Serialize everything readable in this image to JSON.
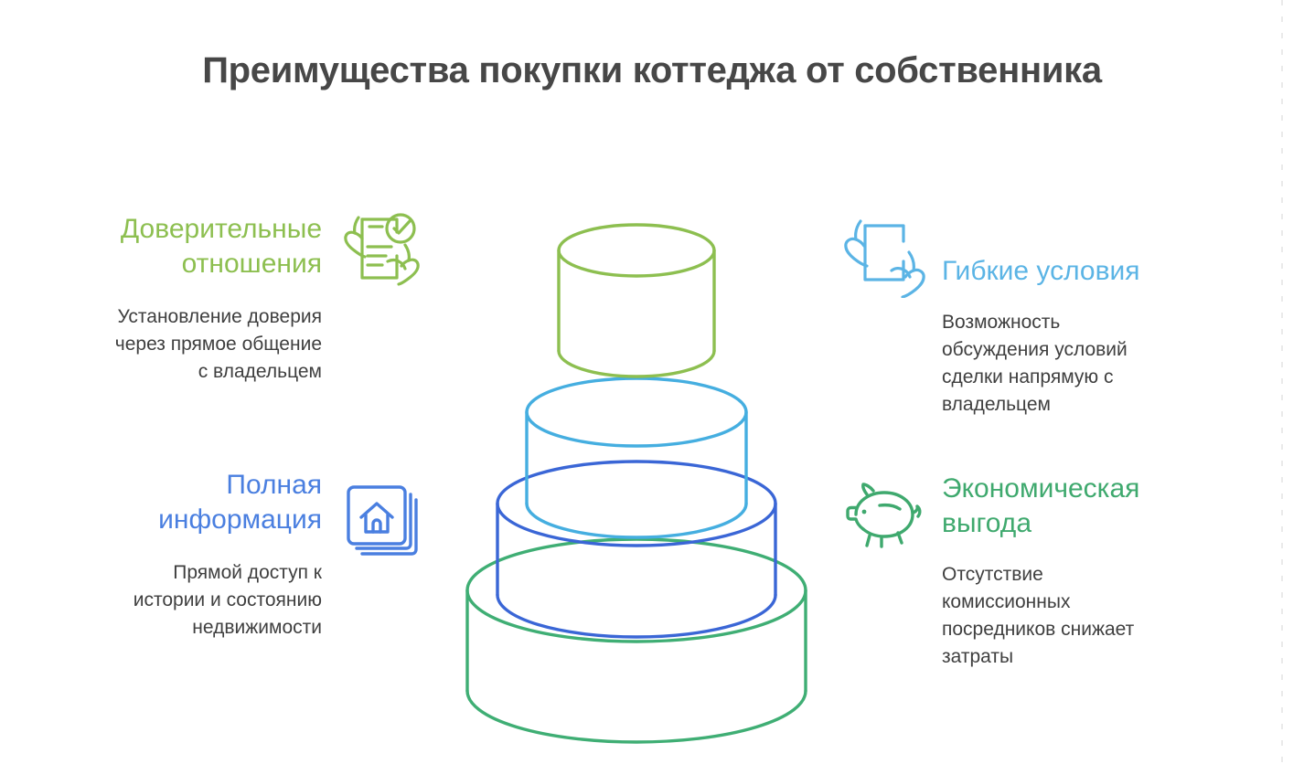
{
  "title": "Преимущества покупки коттеджа от собственника",
  "colors": {
    "title": "#474747",
    "body_text": "#3f3f3f",
    "olive_green": "#8DBF50",
    "royal_blue": "#4A7FE0",
    "light_blue": "#5BB4E5",
    "green": "#3FA96E",
    "cake_tier_top": "#8DBF50",
    "cake_tier_second": "#45AEE0",
    "cake_tier_third": "#3A66D6",
    "cake_tier_bottom": "#3FAE74",
    "guide_line": "#e6e6e6"
  },
  "features": [
    {
      "id": "trust",
      "side": "left",
      "heading": "Доверительные\nотношения",
      "description": "Установление доверия\nчерез прямое общение\nс владельцем",
      "color": "#8DBF50",
      "icon": "hands-document-check-icon"
    },
    {
      "id": "info",
      "side": "left",
      "heading": "Полная\nинформация",
      "description": "Прямой доступ к\nистории и состоянию\nнедвижимости",
      "color": "#4A7FE0",
      "icon": "house-documents-icon"
    },
    {
      "id": "flexible",
      "side": "right",
      "heading": "Гибкие условия",
      "description": "Возможность\nобсуждения условий\nсделки напрямую с\nвладельцем",
      "color": "#5BB4E5",
      "icon": "hands-holding-card-icon"
    },
    {
      "id": "savings",
      "side": "right",
      "heading": "Экономическая\nвыгода",
      "description": "Отсутствие\nкомиссионных\nпосредников снижает\nзатраты",
      "color": "#3FA96E",
      "icon": "piggy-bank-icon"
    }
  ],
  "diagram": {
    "name": "tiered-cylinder-stack",
    "tier_count": 4,
    "tiers": [
      {
        "level": 1,
        "position": "top",
        "color": "#8DBF50"
      },
      {
        "level": 2,
        "position": "second",
        "color": "#45AEE0"
      },
      {
        "level": 3,
        "position": "third",
        "color": "#3A66D6"
      },
      {
        "level": 4,
        "position": "bottom",
        "color": "#3FAE74"
      }
    ]
  }
}
